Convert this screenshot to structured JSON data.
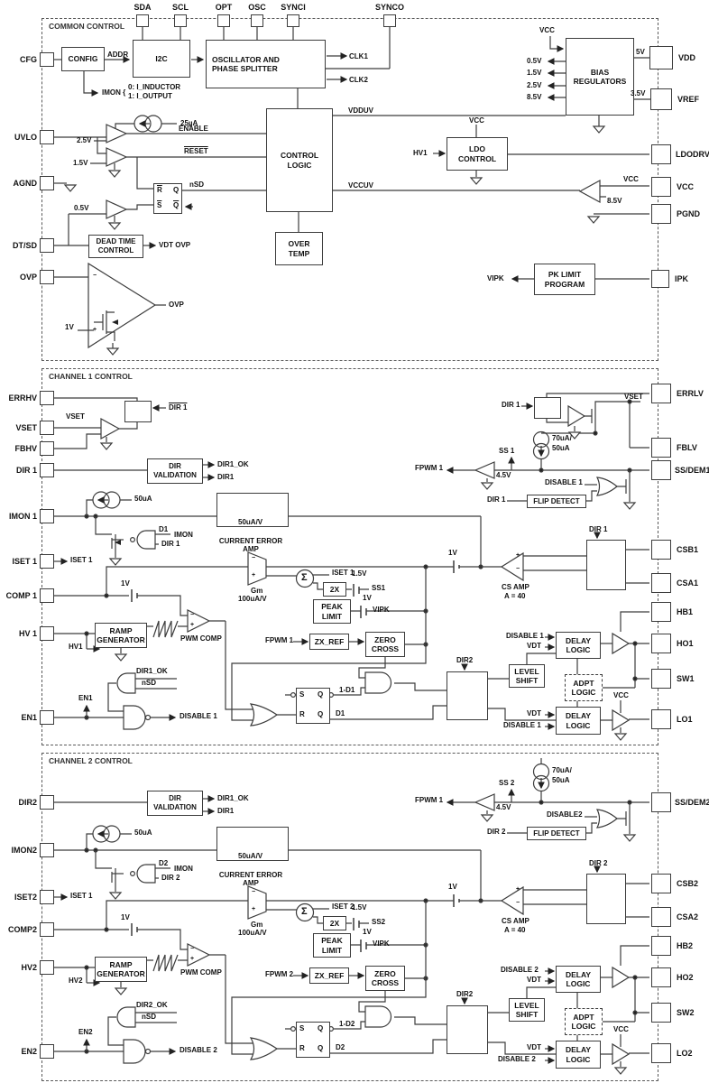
{
  "marks": {
    "plus": "+",
    "minus": "−"
  },
  "common": {
    "title": "COMMON CONTROL",
    "pins": {
      "top": [
        "SDA",
        "SCL",
        "OPT",
        "OSC",
        "SYNCI",
        "SYNCO"
      ],
      "left": [
        "CFG",
        "UVLO",
        "AGND",
        "DT/SD",
        "OVP"
      ],
      "right": [
        "VDD",
        "VREF",
        "LDODRV",
        "VCC",
        "PGND",
        "IPK"
      ]
    },
    "blocks": {
      "config": "CONFIG",
      "i2c": "I2C",
      "osc": "OSCILLATOR AND\nPHASE SPLITTER",
      "bias": "BIAS\nREGULATORS",
      "control": "CONTROL\nLOGIC",
      "ldo": "LDO\nCONTROL",
      "overtemp": "OVER\nTEMP",
      "deadtime": "DEAD TIME\nCONTROL",
      "pklimit": "PK LIMIT\nPROGRAM"
    },
    "sig": {
      "addr": "ADDR",
      "imon_brace": "IMON {",
      "imon0": "0:  I_INDUCTOR",
      "imon1": "1:  I_OUTPUT",
      "clk1": "CLK1",
      "clk2": "CLK2",
      "vdduv": "VDDUV",
      "vcc_bias": "VCC",
      "v05": "0.5V",
      "v15": "1.5V",
      "v25": "2.5V",
      "v85": "8.5V",
      "v5": "5V",
      "v35": "3.5V",
      "i25": "25µA",
      "c25": "2.5V",
      "c15": "1.5V",
      "enable": "ENABLE",
      "reset": "RESET",
      "nsd": "nSD",
      "rbar": "R",
      "q": "Q",
      "sbar": "S",
      "qbar": "Q",
      "c05": "0.5V",
      "vdt_ovp": "VDT OVP",
      "ovp": "OVP",
      "v1": "1V",
      "vccuv": "VCCUV",
      "hv1": "HV1",
      "vcc_ldo": "VCC",
      "vcc_r": "VCC",
      "v85_cmp": "8.5V",
      "vipk": "VIPK"
    }
  },
  "ch1": {
    "title": "CHANNEL 1 CONTROL",
    "pins": {
      "left": [
        "ERRHV",
        "VSET",
        "FBHV",
        "DIR 1",
        "IMON 1",
        "ISET 1",
        "COMP 1",
        "HV 1",
        "EN1"
      ],
      "right": [
        "ERRLV",
        "FBLV",
        "SS/DEM1",
        "CSB1",
        "CSA1",
        "HB1",
        "HO1",
        "SW1",
        "LO1"
      ]
    },
    "blocks": {
      "dirval": "DIR\nVALIDATION",
      "flip": "FLIP DETECT",
      "x2": "2X",
      "peak": "PEAK\nLIMIT",
      "zx": "ZX_REF",
      "zc": "ZERO\nCROSS",
      "ramp": "RAMP\nGENERATOR",
      "level": "LEVEL\nSHIFT",
      "delay_h": "DELAY\nLOGIC",
      "adpt": "ADPT\nLOGIC",
      "delay_l": "DELAY\nLOGIC"
    },
    "sig": {
      "vset": "VSET",
      "dir1_ov": "DIR 1",
      "dir1_ok": "DIR1_OK",
      "dir1": "DIR1",
      "i50": "50uA",
      "i50v": "50uA/V",
      "d1": "D1",
      "imon": "IMON",
      "dir1_g": "DIR 1",
      "iset1_out": "ISET 1",
      "v1_comp": "1V",
      "cea": "CURRENT ERROR\nAMP",
      "gm": "Gm",
      "gm_v": "100uA/V",
      "sigma": "Σ",
      "iset1_sum": "ISET 1",
      "v15": "1.5V",
      "ss1": "SS1",
      "v1_ss": "1V",
      "vipk": "VIPK",
      "fpwm_in": "FPWM 1",
      "pwm": "PWM COMP",
      "hv_tap": "HV1",
      "en_tap": "EN1",
      "dirok2": "DIR1_OK",
      "nsd": "nSD",
      "disable_out": "DISABLE 1",
      "s": "S",
      "r": "R",
      "q_t": "Q",
      "q_b": "Q",
      "d_q": "D1",
      "d_inv": "1-D1",
      "dir2_sw": "DIR2",
      "dis_dh": "DISABLE 1",
      "vdt_dh": "VDT",
      "vcc": "VCC",
      "vdt_dl": "VDT",
      "dis_dl": "DISABLE 1",
      "dir_cs": "DIR 1",
      "dir_sw": "DIR 1",
      "vset_r": "VSET",
      "ss_arrow": "SS 1",
      "i70": "70uA/",
      "i50b": "50uA",
      "fpwm_out": "FPWM 1",
      "v45": "4.5V",
      "dis_or": "DISABLE 1",
      "dir_fd": "DIR 1",
      "v1_cs": "1V",
      "cs_amp": "CS AMP",
      "a40": "A = 40"
    }
  },
  "ch2": {
    "title": "CHANNEL 2 CONTROL",
    "pins": {
      "left": [
        "DIR2",
        "IMON2",
        "ISET2",
        "COMP2",
        "HV2",
        "EN2"
      ],
      "right": [
        "SS/DEM2",
        "CSB2",
        "CSA2",
        "HB2",
        "HO2",
        "SW2",
        "LO2"
      ]
    },
    "blocks": {
      "dirval": "DIR\nVALIDATION",
      "flip": "FLIP DETECT",
      "x2": "2X",
      "peak": "PEAK\nLIMIT",
      "zx": "ZX_REF",
      "zc": "ZERO\nCROSS",
      "ramp": "RAMP\nGENERATOR",
      "level": "LEVEL\nSHIFT",
      "delay_h": "DELAY\nLOGIC",
      "adpt": "ADPT\nLOGIC",
      "delay_l": "DELAY\nLOGIC"
    },
    "sig": {
      "dir1_ok": "DIR1_OK",
      "dir1": "DIR1",
      "i50": "50uA",
      "i50v": "50uA/V",
      "d2": "D2",
      "imon": "IMON",
      "dir2_g": "DIR 2",
      "iset1_out": "ISET 1",
      "v1_comp": "1V",
      "cea": "CURRENT ERROR\nAMP",
      "gm": "Gm",
      "gm_v": "100uA/V",
      "sigma": "Σ",
      "iset2_sum": "ISET 2",
      "v15": "1.5V",
      "ss2": "SS2",
      "v1_ss": "1V",
      "vipk": "VIPK",
      "fpwm_in": "FPWM 2",
      "pwm": "PWM COMP",
      "hv_tap": "HV2",
      "en_tap": "EN2",
      "dirok2": "DIR2_OK",
      "nsd": "nSD",
      "disable_out": "DISABLE 2",
      "s": "S",
      "r": "R",
      "q_t": "Q",
      "q_b": "Q",
      "d_q": "D2",
      "d_inv": "1-D2",
      "dir2_sw": "DIR2",
      "dis_dh": "DISABLE 2",
      "vdt_dh": "VDT",
      "vcc": "VCC",
      "vdt_dl": "VDT",
      "dis_dl": "DISABLE 2",
      "dir_cs": "DIR 2",
      "ss_arrow": "SS 2",
      "i70": "70uA/",
      "i50b": "50uA",
      "fpwm_out": "FPWM 1",
      "v45": "4.5V",
      "dis_or": "DISABLE2",
      "dir_fd": "DIR 2",
      "v1_cs": "1V",
      "cs_amp": "CS AMP",
      "a40": "A = 40"
    }
  }
}
